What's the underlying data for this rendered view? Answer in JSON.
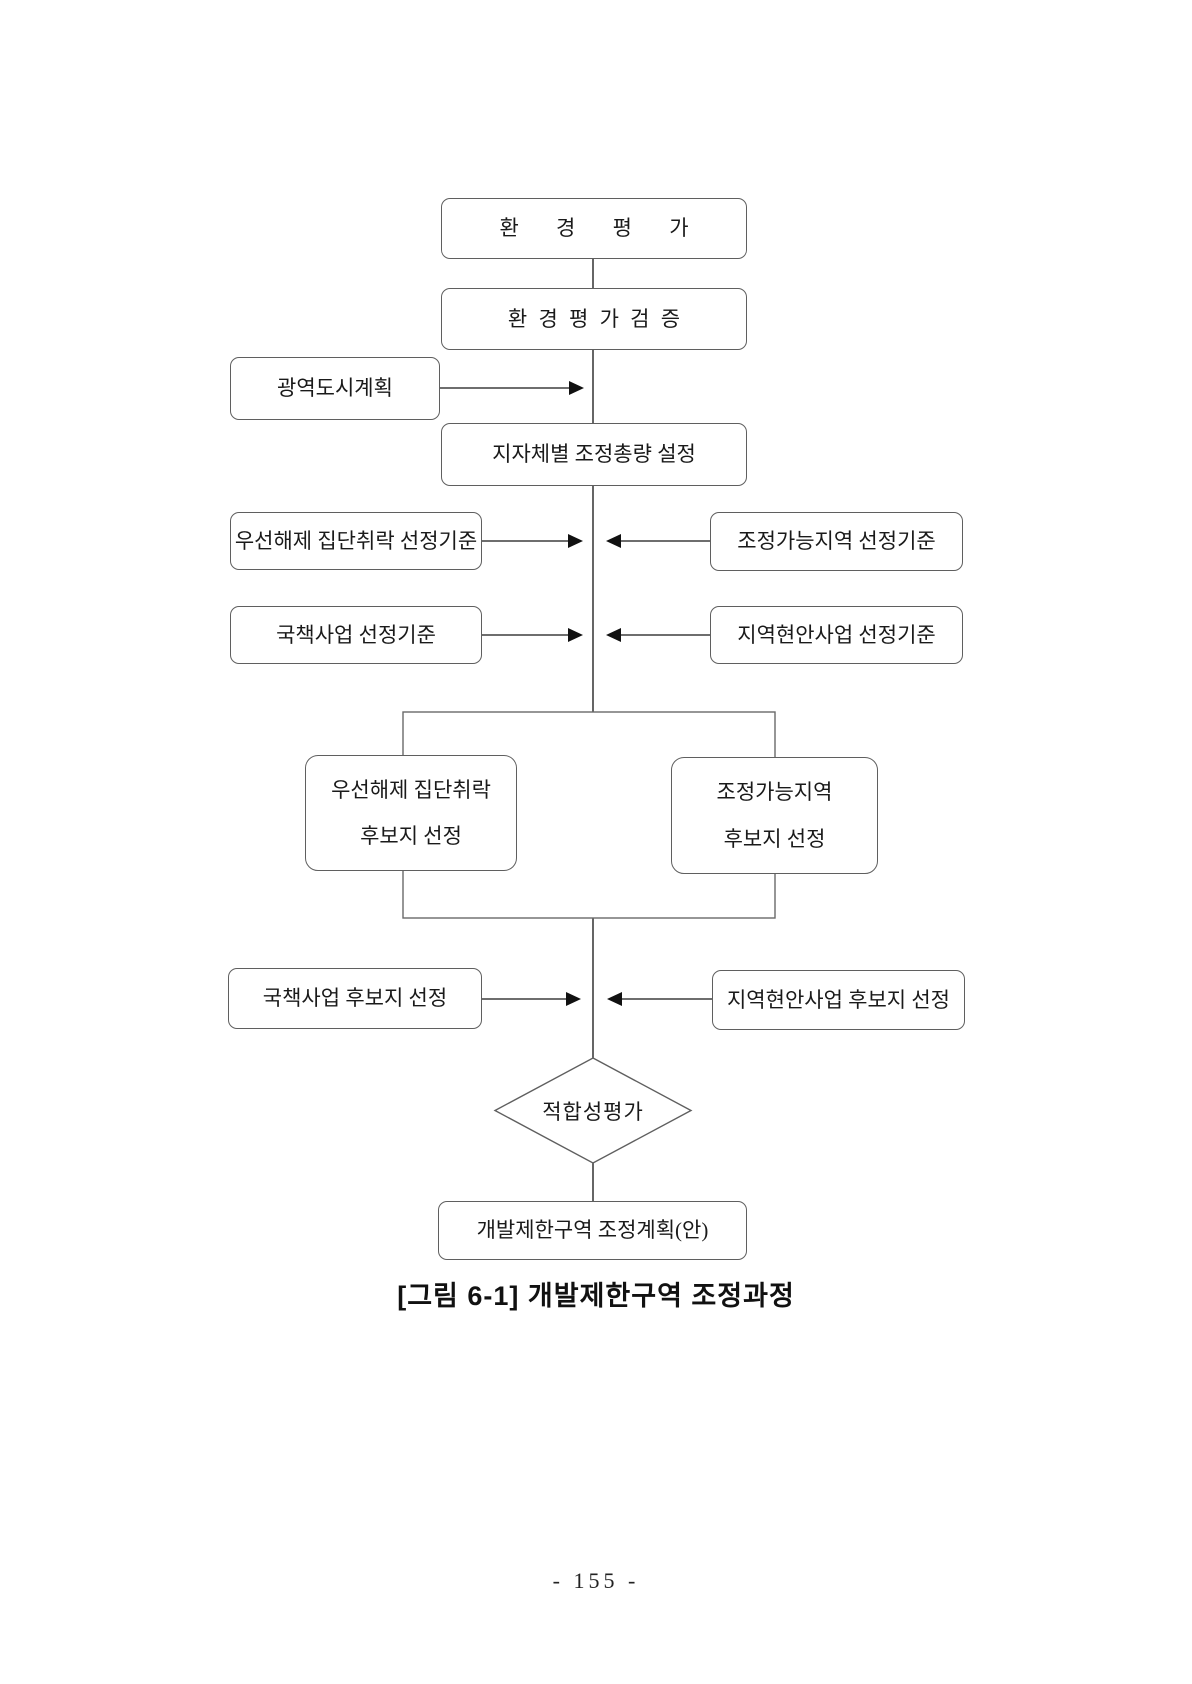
{
  "figure": {
    "caption": "[그림 6-1] 개발제한구역 조정과정",
    "page_number": "- 155 -"
  },
  "nodes": {
    "env_eval": {
      "label": "환 경 평 가"
    },
    "env_eval_verify": {
      "label": "환 경 평 가 검 증"
    },
    "metro_plan": {
      "label": "광역도시계획"
    },
    "local_total": {
      "label": "지자체별 조정총량 설정"
    },
    "priority_criteria": {
      "label": "우선해제 집단취락 선정기준"
    },
    "adjustable_criteria": {
      "label": "조정가능지역 선정기준"
    },
    "national_criteria": {
      "label": "국책사업 선정기준"
    },
    "regional_criteria": {
      "label": "지역현안사업 선정기준"
    },
    "priority_candidate": {
      "line1": "우선해제 집단취락",
      "line2": "후보지 선정"
    },
    "adjustable_candidate": {
      "line1": "조정가능지역",
      "line2": "후보지 선정"
    },
    "national_candidate": {
      "label": "국책사업 후보지 선정"
    },
    "regional_candidate": {
      "label": "지역현안사업 후보지 선정"
    },
    "suitability": {
      "label": "적합성평가"
    },
    "final_plan": {
      "label": "개발제한구역 조정계획(안)"
    }
  }
}
